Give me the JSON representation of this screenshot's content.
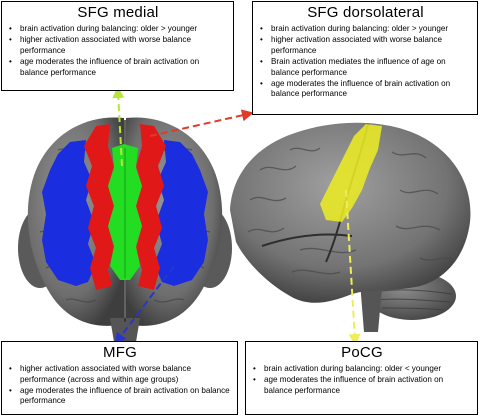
{
  "boxes": {
    "sfg_medial": {
      "title": "SFG medial",
      "bullets": [
        "brain activation during balancing: older > younger",
        "higher activation associated with worse balance performance",
        "age moderates the influence of brain activation on balance performance"
      ]
    },
    "sfg_dorsolateral": {
      "title": "SFG dorsolateral",
      "bullets": [
        "brain activation during balancing: older > younger",
        "higher activation associated with worse balance performance",
        "Brain activation mediates the influence of age on balance performance",
        "age moderates the influence of brain activation on balance performance"
      ]
    },
    "mfg": {
      "title": "MFG",
      "bullets": [
        "higher activation associated with worse balance performance (across and within age groups)",
        "age moderates the influence of brain activation on balance performance"
      ]
    },
    "pocg": {
      "title": "PoCG",
      "bullets": [
        "brain activation during balancing: older < younger",
        "age moderates the influence of brain activation on balance performance"
      ]
    }
  },
  "colors": {
    "sfg_medial": "#22dd22",
    "sfg_dorsolateral": "#e01818",
    "mfg": "#1a2ee0",
    "pocg": "#e8e41a",
    "brain": "#7a7a7a",
    "arrow_sfg_medial": "#b6e63a",
    "arrow_sfg_dorsolateral": "#e03a2a",
    "arrow_mfg": "#2a36c8",
    "arrow_pocg": "#f0ec5a"
  }
}
